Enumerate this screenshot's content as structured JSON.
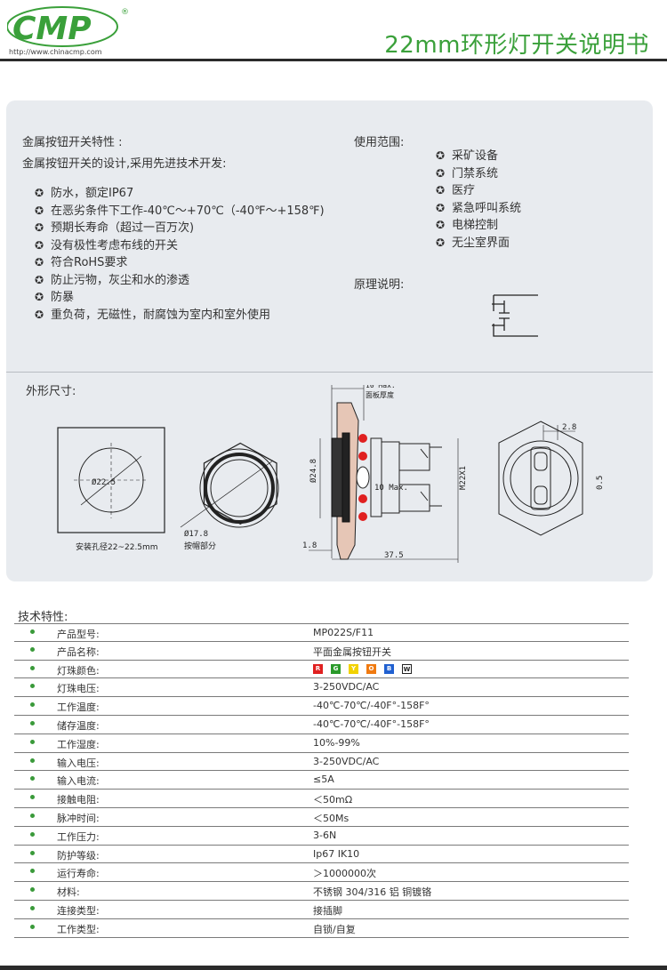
{
  "header": {
    "logo_text": "CMP",
    "logo_mark": "®",
    "logo_url": "http://www.chinacmp.com",
    "doc_title": "22mm环形灯开关说明书"
  },
  "features": {
    "heading": "金属按钮开关特性 :",
    "subtitle": "金属按钮开关的设计,采用先进技术开发:",
    "items": [
      "防水，额定IP67",
      "在恶劣条件下工作-40℃～+70℃（-40℉～+158℉)",
      "预期长寿命（超过一百万次)",
      "没有极性考虑布线的开关",
      "符合RoHS要求",
      "防止污物，灰尘和水的渗透",
      "防暴",
      "重负荷，无磁性，耐腐蚀为室内和室外使用"
    ]
  },
  "usage": {
    "heading": "使用范围:",
    "items": [
      "采矿设备",
      "门禁系统",
      "医疗",
      "紧急呼叫系统",
      "电梯控制",
      "无尘室界面"
    ]
  },
  "principle": {
    "heading": "原理说明:"
  },
  "dimensions": {
    "heading": "外形尺寸:",
    "labels": {
      "hole_dia": "Ø22.5",
      "hole_caption": "安装孔径22~22.5mm",
      "cap_dia": "Ø17.8",
      "cap_caption": "按帽部分",
      "panel_max": "10 Max.",
      "panel_caption": "面板厚度",
      "body_dia": "Ø24.8",
      "thread": "M22X1",
      "flange": "1.8",
      "length": "37.5",
      "pin_width": "2.8",
      "pin_thick": "0.5"
    }
  },
  "spec": {
    "title": "技术特性:",
    "rows": [
      {
        "label": "产品型号:",
        "value": "MP022S/F11"
      },
      {
        "label": "产品名称:",
        "value": "平面金属按钮开关"
      },
      {
        "label": "灯珠颜色:",
        "value": ""
      },
      {
        "label": "灯珠电压:",
        "value": "3-250VDC/AC"
      },
      {
        "label": "工作温度:",
        "value": "-40℃-70℃/-40F°-158F°"
      },
      {
        "label": "储存温度:",
        "value": "-40℃-70℃/-40F°-158F°"
      },
      {
        "label": "工作湿度:",
        "value": "10%-99%"
      },
      {
        "label": "输入电压:",
        "value": "3-250VDC/AC"
      },
      {
        "label": "输入电流:",
        "value": "≤5A"
      },
      {
        "label": "接触电阻:",
        "value": "＜50mΩ"
      },
      {
        "label": "脉冲时间:",
        "value": "＜50Ms"
      },
      {
        "label": "工作压力:",
        "value": "3-6N"
      },
      {
        "label": "防护等级:",
        "value": "Ip67 IK10"
      },
      {
        "label": "运行寿命:",
        "value": "＞1000000次"
      },
      {
        "label": "材料:",
        "value": "不锈钢 304/316  铝  铜镀铬"
      },
      {
        "label": "连接类型:",
        "value": "接插脚"
      },
      {
        "label": "工作类型:",
        "value": "自锁/自复"
      }
    ],
    "led_colors": [
      {
        "letter": "R",
        "color": "#e02020"
      },
      {
        "letter": "G",
        "color": "#2a9a2a"
      },
      {
        "letter": "Y",
        "color": "#f2d200"
      },
      {
        "letter": "O",
        "color": "#f07a10"
      },
      {
        "letter": "B",
        "color": "#2060d0"
      },
      {
        "letter": "W",
        "color": "#ffffff"
      }
    ]
  }
}
